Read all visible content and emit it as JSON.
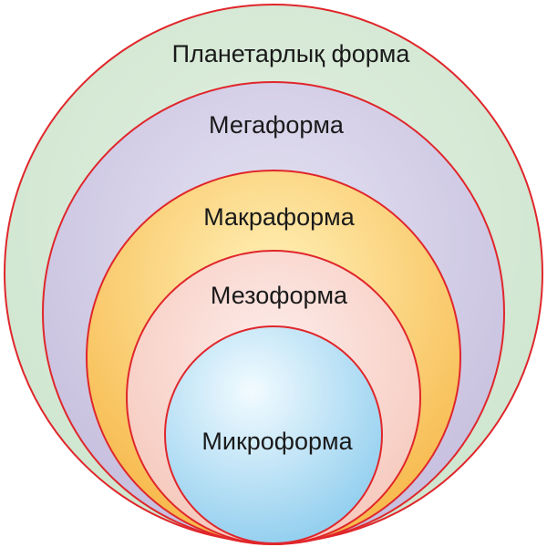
{
  "diagram": {
    "levels": [
      {
        "label": "Планетарлық форма",
        "fill_from": "#e2efe0",
        "fill_to": "#cfe6d0"
      },
      {
        "label": "Мегаформа",
        "fill_from": "#e5e2f2",
        "fill_to": "#c6bfde"
      },
      {
        "label": "Макраформа",
        "fill_from": "#fff1b8",
        "fill_to": "#f7b84a"
      },
      {
        "label": "Мезоформа",
        "fill_from": "#fdecea",
        "fill_to": "#f6c9bd"
      },
      {
        "label": "Микроформа",
        "fill_from": "#f2fbff",
        "fill_to": "#8fcdee"
      }
    ],
    "outline_color": "#e0262b"
  }
}
